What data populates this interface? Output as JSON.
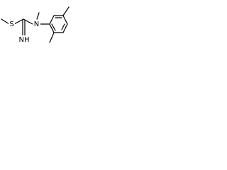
{
  "structure": {
    "atoms": {
      "sulfur": "S",
      "nitrogen": "N",
      "imine": "NH"
    }
  },
  "colors": {
    "bond": "#000000",
    "background": "#ffffff"
  }
}
